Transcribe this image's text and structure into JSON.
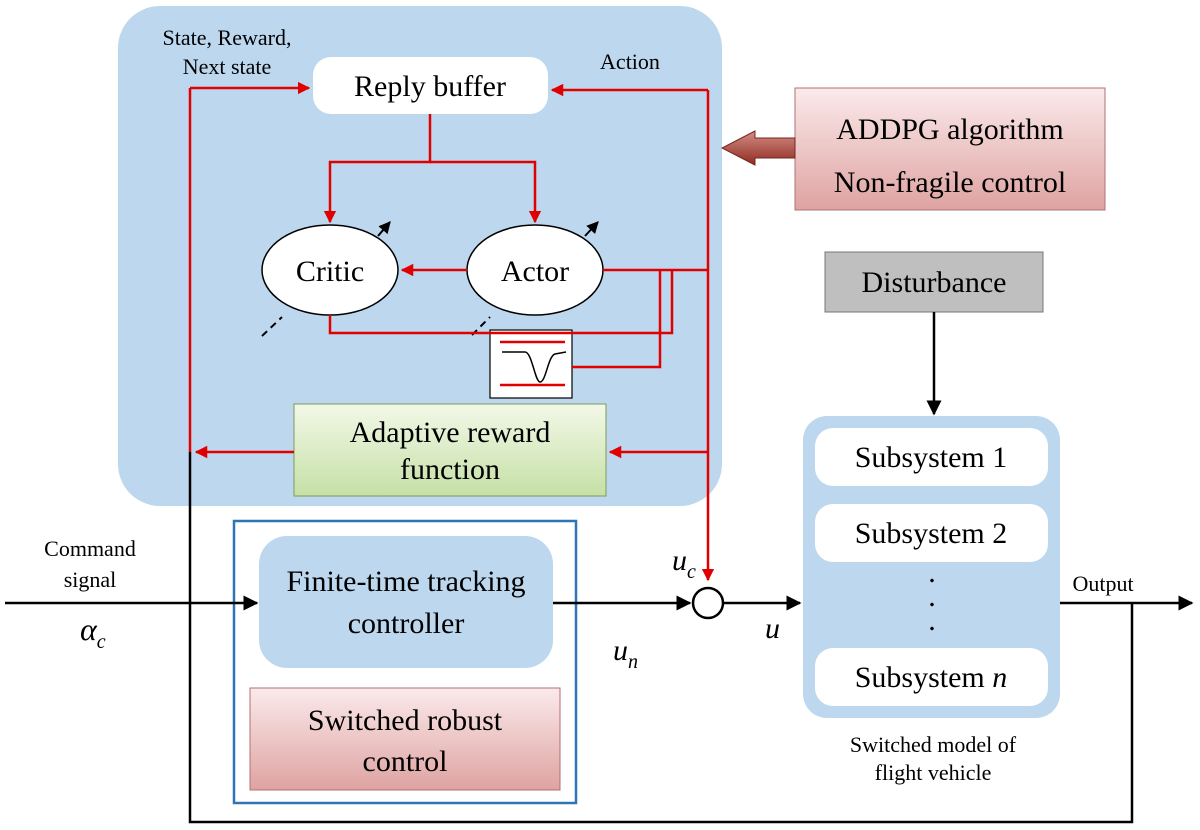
{
  "drl_panel": {
    "state_label_1": "State, Reward,",
    "state_label_2": "Next state",
    "action_label": "Action",
    "reply_buffer": "Reply buffer",
    "critic": "Critic",
    "actor": "Actor",
    "reward_line_1": "Adaptive reward",
    "reward_line_2": "function"
  },
  "addpg_box": {
    "line_1": "ADDPG algorithm",
    "line_2": "Non-fragile control"
  },
  "disturbance": "Disturbance",
  "controller_group": {
    "tracking_line_1": "Finite-time tracking",
    "tracking_line_2": "controller",
    "robust_line_1": "Switched robust",
    "robust_line_2": "control"
  },
  "command": {
    "line_1": "Command",
    "line_2": "signal",
    "symbol": "α",
    "subscript": "c"
  },
  "signals": {
    "un_symbol": "u",
    "un_subscript": "n",
    "uc_symbol": "u",
    "uc_subscript": "c",
    "u_symbol": "u"
  },
  "output_label": "Output",
  "switched_model": {
    "subsystem_1": "Subsystem 1",
    "subsystem_2": "Subsystem 2",
    "subsystem_n_text": "Subsystem ",
    "subsystem_n_symbol": "n",
    "dots": ".",
    "caption_line_1": "Switched model of",
    "caption_line_2": "flight vehicle"
  },
  "colors": {
    "panel_blue": "#bdd7ee",
    "signal_red": "#e00000",
    "frame_blue": "#2e75b6",
    "line_black": "#000000"
  }
}
